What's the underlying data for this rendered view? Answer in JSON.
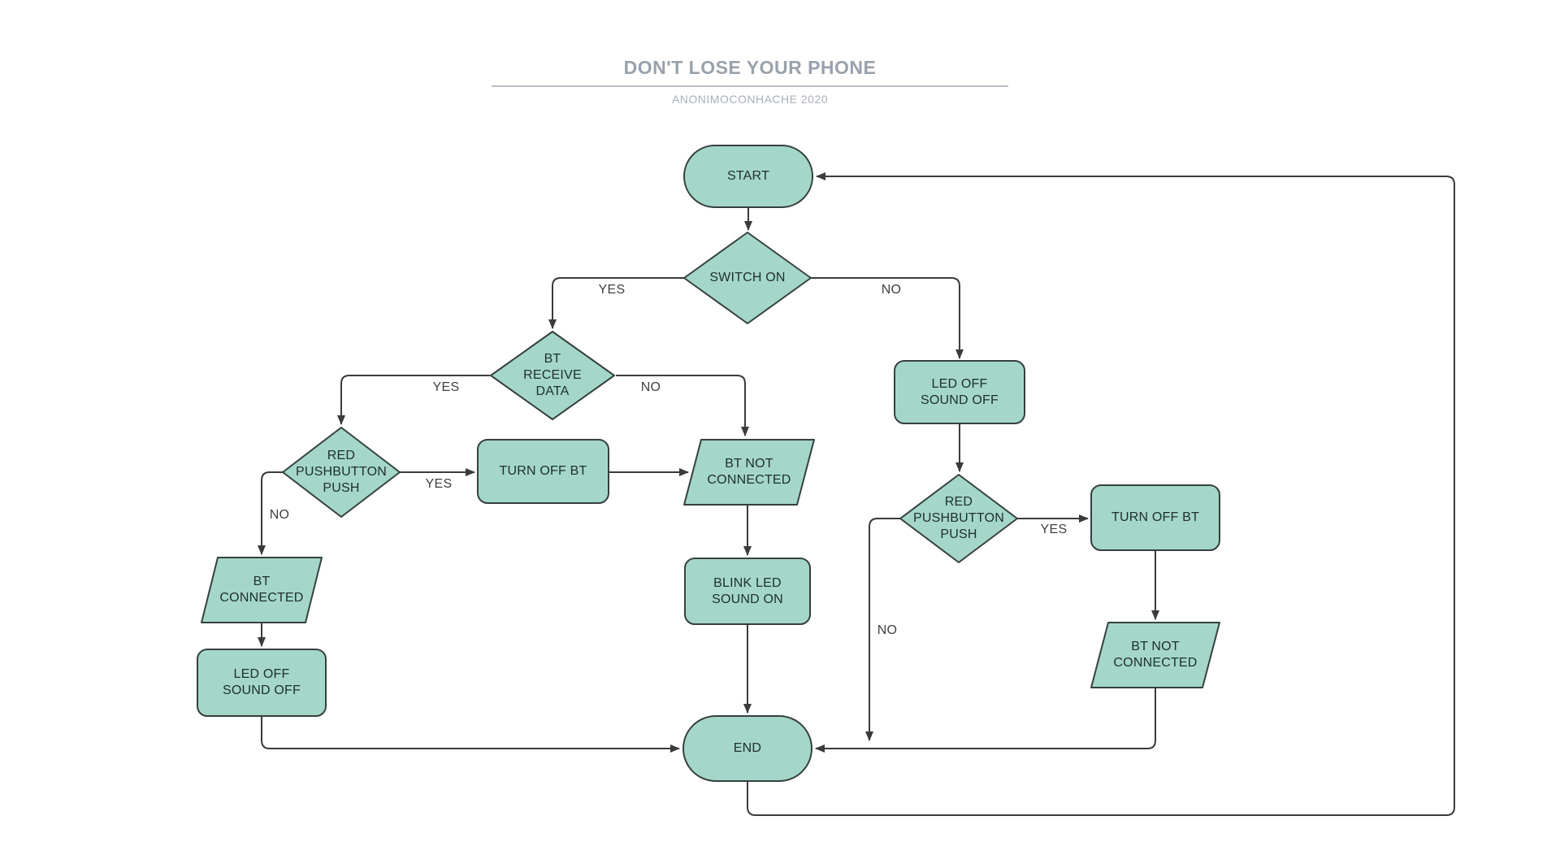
{
  "header": {
    "title": "DON'T LOSE YOUR PHONE",
    "subtitle": "ANONIMOCONHACHE 2020"
  },
  "colors": {
    "node_fill": "#a4d7c9",
    "node_stroke": "#35413d",
    "node_text": "#20302b",
    "connector": "#3b3b3b",
    "edge_label": "#3f3f3f",
    "title": "#99a1ab",
    "subtitle": "#a9afb7",
    "rule": "#b9bec4"
  },
  "nodes": {
    "start": {
      "type": "terminator",
      "label": "START"
    },
    "switch_on": {
      "type": "decision",
      "label": "SWITCH ON"
    },
    "bt_receive_data": {
      "type": "decision",
      "label": "BT\nRECEIVE\nDATA"
    },
    "red_pushbutton_left": {
      "type": "decision",
      "label": "RED\nPUSHBUTTON\nPUSH"
    },
    "turn_off_bt_left": {
      "type": "process",
      "label": "TURN OFF BT"
    },
    "bt_not_connected_mid": {
      "type": "data",
      "label": "BT NOT\nCONNECTED"
    },
    "bt_connected": {
      "type": "data",
      "label": "BT\nCONNECTED"
    },
    "led_off_sound_off_left": {
      "type": "process",
      "label": "LED OFF\nSOUND OFF"
    },
    "blink_led_sound_on": {
      "type": "process",
      "label": "BLINK LED\nSOUND ON"
    },
    "end": {
      "type": "terminator",
      "label": "END"
    },
    "led_off_sound_off_right": {
      "type": "process",
      "label": "LED OFF\nSOUND OFF"
    },
    "red_pushbutton_right": {
      "type": "decision",
      "label": "RED\nPUSHBUTTON\nPUSH"
    },
    "turn_off_bt_right": {
      "type": "process",
      "label": "TURN OFF BT"
    },
    "bt_not_connected_right": {
      "type": "data",
      "label": "BT NOT\nCONNECTED"
    }
  },
  "edges": [
    {
      "from": "start",
      "to": "switch_on",
      "label": ""
    },
    {
      "from": "switch_on",
      "to": "bt_receive_data",
      "label": "YES"
    },
    {
      "from": "switch_on",
      "to": "led_off_sound_off_right",
      "label": "NO"
    },
    {
      "from": "bt_receive_data",
      "to": "red_pushbutton_left",
      "label": "YES"
    },
    {
      "from": "bt_receive_data",
      "to": "bt_not_connected_mid",
      "label": "NO"
    },
    {
      "from": "red_pushbutton_left",
      "to": "turn_off_bt_left",
      "label": "YES"
    },
    {
      "from": "red_pushbutton_left",
      "to": "bt_connected",
      "label": "NO"
    },
    {
      "from": "turn_off_bt_left",
      "to": "bt_not_connected_mid",
      "label": ""
    },
    {
      "from": "bt_not_connected_mid",
      "to": "blink_led_sound_on",
      "label": ""
    },
    {
      "from": "blink_led_sound_on",
      "to": "end",
      "label": ""
    },
    {
      "from": "bt_connected",
      "to": "led_off_sound_off_left",
      "label": ""
    },
    {
      "from": "led_off_sound_off_left",
      "to": "end",
      "label": ""
    },
    {
      "from": "led_off_sound_off_right",
      "to": "red_pushbutton_right",
      "label": ""
    },
    {
      "from": "red_pushbutton_right",
      "to": "turn_off_bt_right",
      "label": "YES"
    },
    {
      "from": "red_pushbutton_right",
      "to": "end",
      "label": "NO"
    },
    {
      "from": "turn_off_bt_right",
      "to": "bt_not_connected_right",
      "label": ""
    },
    {
      "from": "bt_not_connected_right",
      "to": "end",
      "label": ""
    },
    {
      "from": "end",
      "to": "start",
      "label": ""
    }
  ]
}
